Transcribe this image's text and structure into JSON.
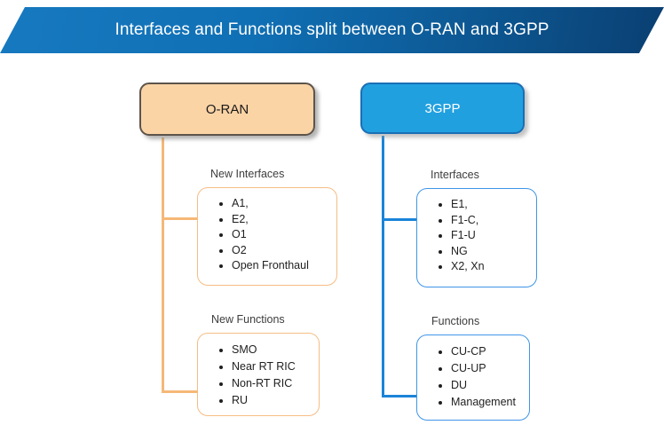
{
  "banner": {
    "title": "Interfaces and Functions split between O-RAN and 3GPP",
    "gradient_start": "#1779c0",
    "gradient_end": "#0a3f72",
    "text_color": "#ffffff"
  },
  "colors": {
    "oran_fill": "#fbd4a6",
    "oran_border": "#5d544b",
    "oran_line": "#f5b877",
    "oran_box_border": "#f6bd84",
    "tgpp_fill": "#21a0e0",
    "tgpp_border": "#1a6fb5",
    "tgpp_line": "#1a84d8",
    "tgpp_box_border": "#3f95e8",
    "page_background": "#ffffff",
    "caption_text": "#3d3d3d"
  },
  "left_branch": {
    "root_label": "O-RAN",
    "groups": [
      {
        "caption": "New Interfaces",
        "items": [
          "A1,",
          "E2,",
          "O1",
          "O2",
          "Open Fronthaul"
        ]
      },
      {
        "caption": "New Functions",
        "items": [
          "SMO",
          "Near RT RIC",
          "Non-RT RIC",
          "RU"
        ]
      }
    ]
  },
  "right_branch": {
    "root_label": "3GPP",
    "groups": [
      {
        "caption": "Interfaces",
        "items": [
          "E1,",
          "F1-C,",
          "F1-U",
          "NG",
          "X2, Xn"
        ]
      },
      {
        "caption": "Functions",
        "items": [
          "CU-CP",
          "CU-UP",
          "DU",
          "Management"
        ]
      }
    ]
  }
}
